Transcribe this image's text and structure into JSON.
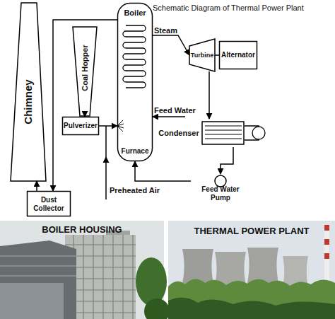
{
  "diagram": {
    "title": "Schematic Diagram of Thermal Power Plant",
    "nodes": [
      {
        "text": [
          "Chimney"
        ]
      },
      {
        "text": [
          "Coal Hopper"
        ]
      },
      {
        "text": [
          "Pulverizer"
        ]
      },
      {
        "text": [
          "Dust Collector"
        ]
      },
      {
        "text": [
          "Boiler",
          "Furnace"
        ]
      },
      {
        "text": [
          "Turbine"
        ]
      },
      {
        "text": [
          "Alternator"
        ]
      },
      {
        "text": [
          "Condenser"
        ]
      },
      {
        "text": [
          "Feed Water Pump"
        ]
      }
    ],
    "edges": [
      {
        "from": 4,
        "to": 3,
        "arrow": "to"
      },
      {
        "from": 3,
        "to": 0,
        "arrow": "to"
      },
      {
        "from": 1,
        "to": 2,
        "arrow": "to"
      },
      {
        "from": 2,
        "to": 4,
        "arrow": "to"
      },
      {
        "from": 4,
        "to": 5,
        "label": "Steam",
        "arrow": "to"
      },
      {
        "from": 5,
        "to": 6,
        "arrow": "none"
      },
      {
        "from": 5,
        "to": 7,
        "arrow": "to"
      },
      {
        "from": 7,
        "to": 8,
        "arrow": "to"
      },
      {
        "from": 8,
        "to": 4,
        "arrow": "to"
      }
    ],
    "labels": [
      "Feed Water",
      "Preheated Air",
      "BOILER HOUSING",
      "THERMAL POWER PLANT"
    ]
  }
}
